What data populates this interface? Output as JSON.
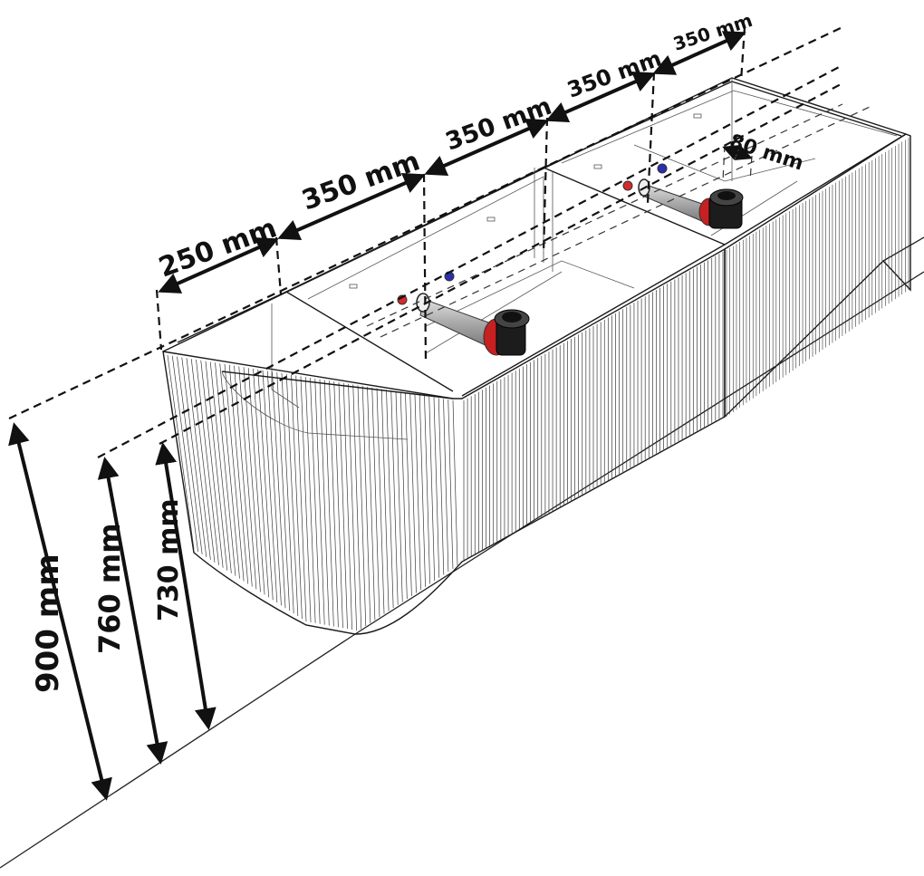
{
  "dimensions": {
    "widths": [
      {
        "id": "w1",
        "label": "250 mm"
      },
      {
        "id": "w2",
        "label": "350 mm"
      },
      {
        "id": "w3",
        "label": "350 mm"
      },
      {
        "id": "w4",
        "label": "350 mm"
      },
      {
        "id": "w5",
        "label": "350 mm"
      },
      {
        "id": "w6",
        "label": "80 mm"
      }
    ],
    "heights": [
      {
        "id": "h1",
        "label": "900 mm"
      },
      {
        "id": "h2",
        "label": "760 mm"
      },
      {
        "id": "h3",
        "label": "730 mm"
      }
    ]
  },
  "colors": {
    "hot_valve": "#d42a2a",
    "cold_valve": "#2a2fb0",
    "siphon": "#1c1c1c",
    "siphon_ring": "#c62020",
    "pipe": "#b8b8b8"
  }
}
